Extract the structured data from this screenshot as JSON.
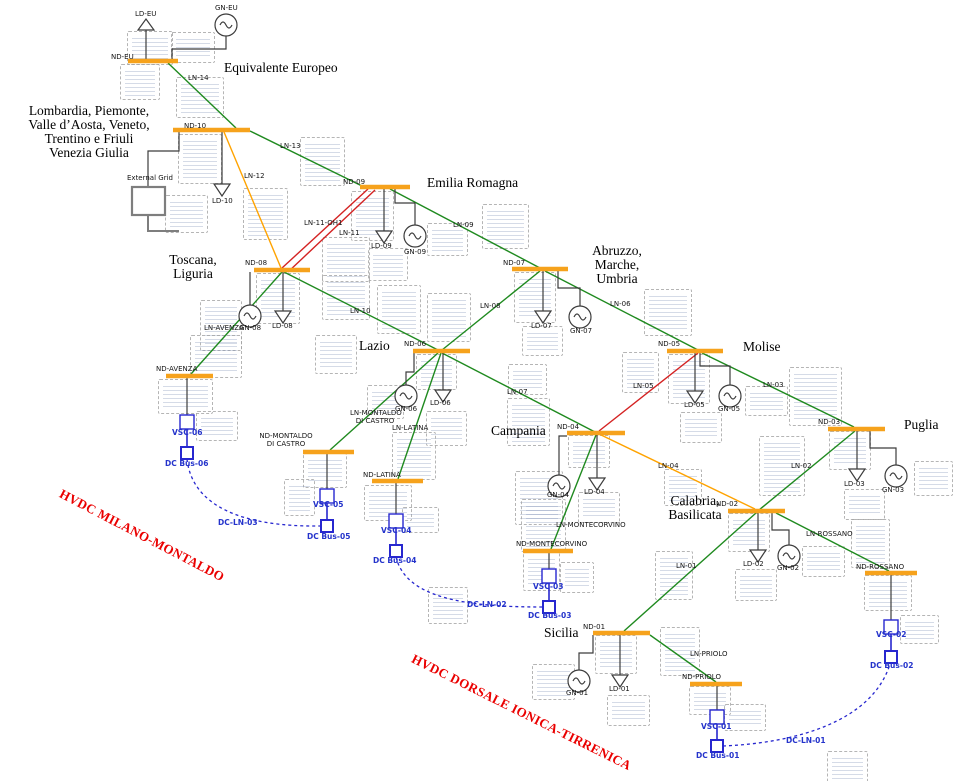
{
  "regions": {
    "eu": "Equivalente Europeo",
    "north_1": "Lombardia, Piemonte,",
    "north_2": "Valle d’Aosta, Veneto,",
    "north_3": "Trentino e Friuli",
    "north_4": "Venezia Giulia",
    "toscana_1": "Toscana,",
    "toscana_2": "Liguria",
    "emilia": "Emilia Romagna",
    "abruzzo_1": "Abruzzo,",
    "abruzzo_2": "Marche,",
    "abruzzo_3": "Umbria",
    "lazio": "Lazio",
    "molise": "Molise",
    "campania": "Campania",
    "puglia": "Puglia",
    "calabria_1": "Calabria,",
    "calabria_2": "Basilicata",
    "sicilia": "Sicilia"
  },
  "buses": {
    "nd_eu": "ND-EU",
    "nd_10": "ND-10",
    "nd_09": "ND-09",
    "nd_08": "ND-08",
    "nd_07": "ND-07",
    "nd_06": "ND-06",
    "nd_05": "ND-05",
    "nd_04": "ND-04",
    "nd_03": "ND-03",
    "nd_02": "ND-02",
    "nd_01": "ND-01",
    "nd_avenza": "ND-AVENZA",
    "nd_montaldo_1": "ND-MONTALDO",
    "nd_montaldo_2": "DI CASTRO",
    "nd_latina": "ND-LATINA",
    "nd_montecorvino": "ND-MONTECORVINO",
    "nd_rossano": "ND-ROSSANO",
    "nd_priolo": "ND-PRIOLO"
  },
  "gens": {
    "gn_eu": "GN-EU",
    "gn_09": "GN-09",
    "gn_08": "GN-08",
    "gn_07": "GN-07",
    "gn_06": "GN-06",
    "gn_05": "GN-05",
    "gn_04": "GN-04",
    "gn_03": "GN-03",
    "gn_02": "GN-02",
    "gn_01": "GN-01"
  },
  "loads": {
    "ld_eu": "LD-EU",
    "ld_10": "LD-10",
    "ld_09": "LD-09",
    "ld_08": "LD-08",
    "ld_07": "LD-07",
    "ld_06": "LD-06",
    "ld_05": "LD-05",
    "ld_04": "LD-04",
    "ld_03": "LD-03",
    "ld_02": "LD-02",
    "ld_01": "LD-01"
  },
  "lines": {
    "ln_14": "LN-14",
    "ln_13": "LN-13",
    "ln_12": "LN-12",
    "ln_11_oh1": "LN-11-OH1",
    "ln_11": "LN-11",
    "ln_10": "LN-10",
    "ln_09": "LN-09",
    "ln_08": "LN-08",
    "ln_07": "LN-07",
    "ln_06": "LN-06",
    "ln_05": "LN-05",
    "ln_04": "LN-04",
    "ln_03": "LN-03",
    "ln_02": "LN-02",
    "ln_01": "LN-01",
    "ln_avenza": "LN-AVENZA",
    "ln_montaldo_1": "LN-MONTALDO",
    "ln_montaldo_2": "DI CASTRO",
    "ln_latina": "LN-LATINA",
    "ln_montecorvino": "LN-MONTECORVINO",
    "ln_rossano": "LN-ROSSANO",
    "ln_priolo": "LN-PRIOLO"
  },
  "hvdc": {
    "vsc_06": "VSC-06",
    "vsc_05": "VSC-05",
    "vsc_04": "VSC-04",
    "vsc_03": "VSC-03",
    "vsc_02": "VSC-02",
    "vsc_01": "VSC-01",
    "dc_bus_06": "DC Bus-06",
    "dc_bus_05": "DC Bus-05",
    "dc_bus_04": "DC Bus-04",
    "dc_bus_03": "DC Bus-03",
    "dc_bus_02": "DC Bus-02",
    "dc_bus_01": "DC Bus-01",
    "dc_ln_03": "DC-LN-03",
    "dc_ln_02": "DC-LN-02",
    "dc_ln_01": "DC-LN-01",
    "corridor_milano": "HVDC MILANO-MONTALDO",
    "corridor_dorsale": "HVDC DORSALE IONICA-TIRRENICA"
  },
  "misc": {
    "external_grid": "External Grid"
  },
  "colors": {
    "bus_bar": "#F6A21C",
    "line_normal": "#1F8A1F",
    "line_loaded": "#FFA300",
    "line_overloaded": "#D42222",
    "dc_blue": "#2727CF",
    "hvdc_label": "#EA0000"
  }
}
